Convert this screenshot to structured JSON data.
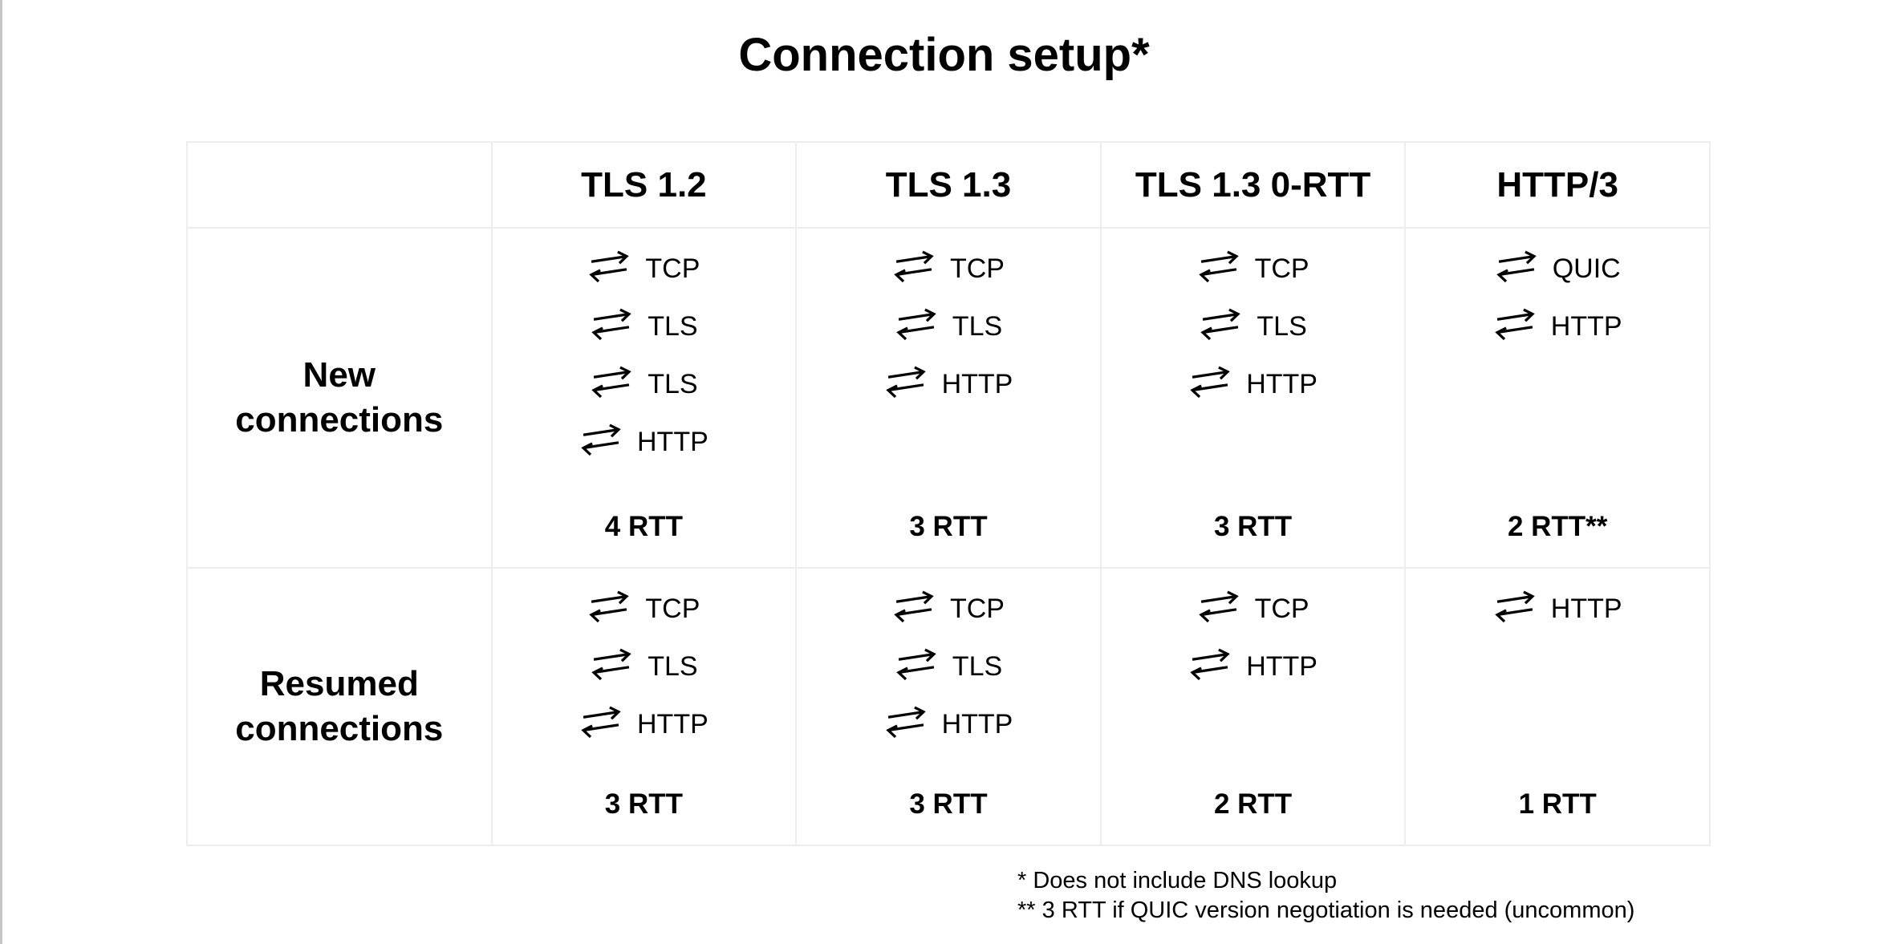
{
  "slide": {
    "title": "Connection setup*",
    "footnotes": [
      "* Does not include DNS lookup",
      "** 3 RTT if QUIC version negotiation is needed (uncommon)"
    ]
  },
  "table": {
    "column_headers": [
      "TLS 1.2",
      "TLS 1.3",
      "TLS 1.3 0-RTT",
      "HTTP/3"
    ],
    "rows": [
      {
        "label": "New connections",
        "cells": [
          {
            "steps": [
              "TCP",
              "TLS",
              "TLS",
              "HTTP"
            ],
            "rtt": "4 RTT"
          },
          {
            "steps": [
              "TCP",
              "TLS",
              "HTTP"
            ],
            "rtt": "3 RTT"
          },
          {
            "steps": [
              "TCP",
              "TLS",
              "HTTP"
            ],
            "rtt": "3 RTT"
          },
          {
            "steps": [
              "QUIC",
              "HTTP"
            ],
            "rtt": "2 RTT**"
          }
        ]
      },
      {
        "label": "Resumed connections",
        "cells": [
          {
            "steps": [
              "TCP",
              "TLS",
              "HTTP"
            ],
            "rtt": "3 RTT"
          },
          {
            "steps": [
              "TCP",
              "TLS",
              "HTTP"
            ],
            "rtt": "3 RTT"
          },
          {
            "steps": [
              "TCP",
              "HTTP"
            ],
            "rtt": "2 RTT"
          },
          {
            "steps": [
              "HTTP"
            ],
            "rtt": "1 RTT"
          }
        ]
      }
    ]
  },
  "icons": {
    "round_trip_arrows": "round-trip-arrows-icon"
  },
  "colors": {
    "text": "#000000",
    "grid_line": "#ededed",
    "page_edge": "#c6c6c6",
    "background": "#ffffff"
  }
}
